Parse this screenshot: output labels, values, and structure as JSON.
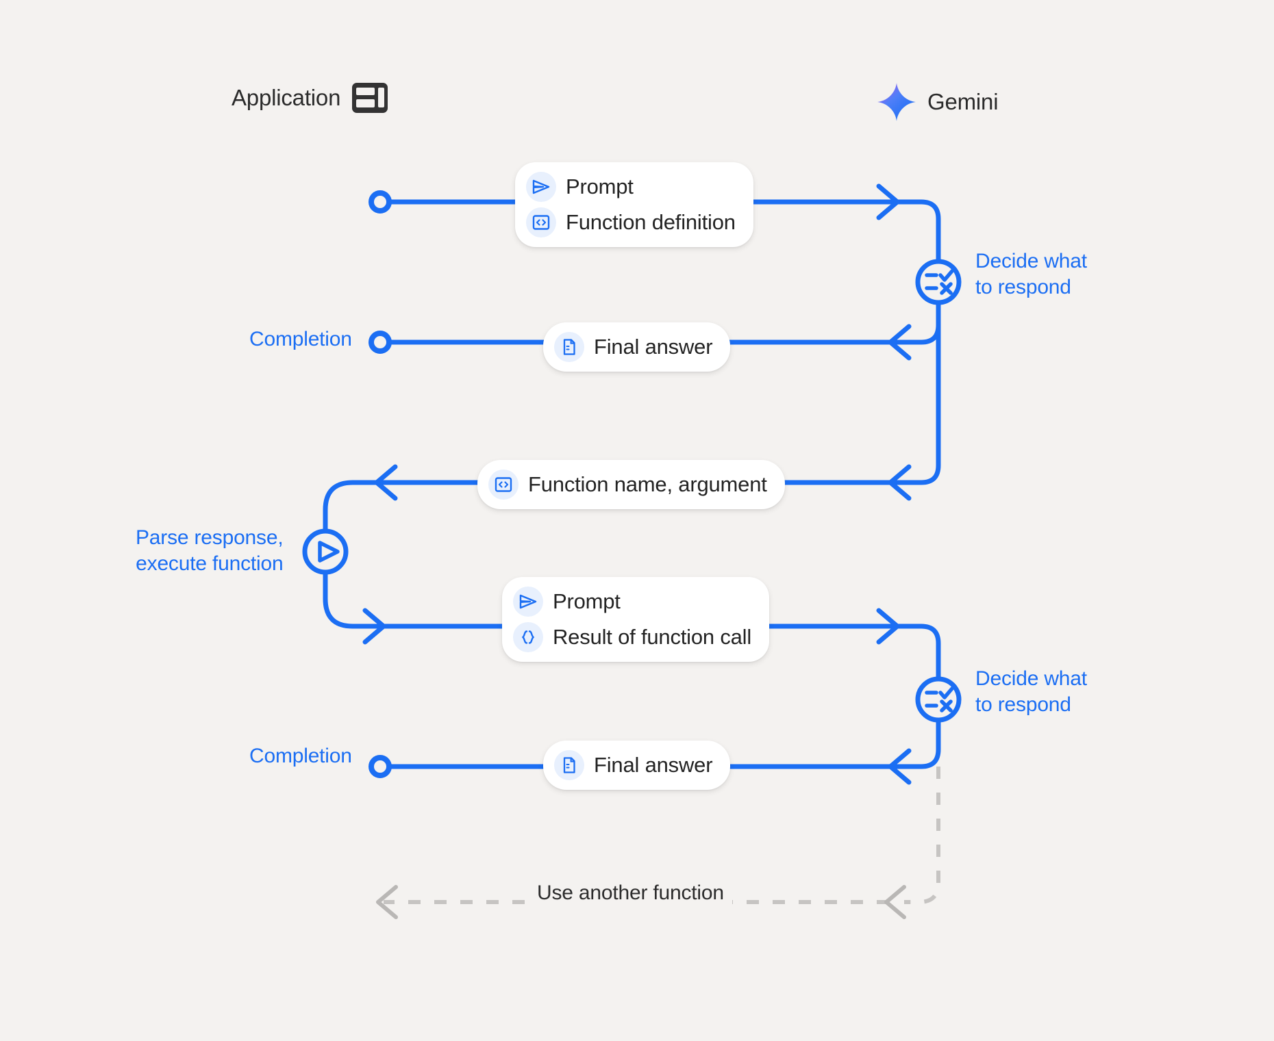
{
  "diagram": {
    "title": "Gemini function calling sequence",
    "background_color": "#f4f2f0",
    "accent_color": "#1b6ef3",
    "muted_color": "#c6c4c2",
    "text_color": "#232323"
  },
  "actors": [
    {
      "name": "Application",
      "label": "Application",
      "icon": "dashboard-layout-icon"
    },
    {
      "name": "Gemini",
      "label": "Gemini",
      "icon": "gemini-sparkle-icon"
    }
  ],
  "messages": [
    {
      "id": "prompt-function-definition",
      "direction": "application-to-gemini",
      "rows": [
        {
          "icon": "send-arrow-icon",
          "label": "Prompt"
        },
        {
          "icon": "code-brackets-box-icon",
          "label": "Function definition"
        }
      ]
    },
    {
      "id": "final-answer-1",
      "direction": "gemini-to-application",
      "rows": [
        {
          "icon": "document-icon",
          "label": "Final answer"
        }
      ]
    },
    {
      "id": "function-name-argument",
      "direction": "gemini-to-application",
      "rows": [
        {
          "icon": "code-brackets-box-icon",
          "label": "Function name,  argument"
        }
      ]
    },
    {
      "id": "prompt-result-of-function-call",
      "direction": "application-to-gemini",
      "rows": [
        {
          "icon": "send-arrow-icon",
          "label": "Prompt"
        },
        {
          "icon": "curly-braces-icon",
          "label": "Result of function call"
        }
      ]
    },
    {
      "id": "final-answer-2",
      "direction": "gemini-to-application",
      "rows": [
        {
          "icon": "document-icon",
          "label": "Final answer"
        }
      ]
    }
  ],
  "annotations": {
    "decide_1": {
      "line1": "Decide what",
      "line2": "to respond",
      "icon": "checklist-decision-icon"
    },
    "decide_2": {
      "line1": "Decide what",
      "line2": "to respond",
      "icon": "checklist-decision-icon"
    },
    "parse": {
      "line1": "Parse response,",
      "line2": "execute function",
      "icon": "play-execute-icon"
    },
    "completion_1": "Completion",
    "completion_2": "Completion",
    "loop_label": "Use another function"
  }
}
